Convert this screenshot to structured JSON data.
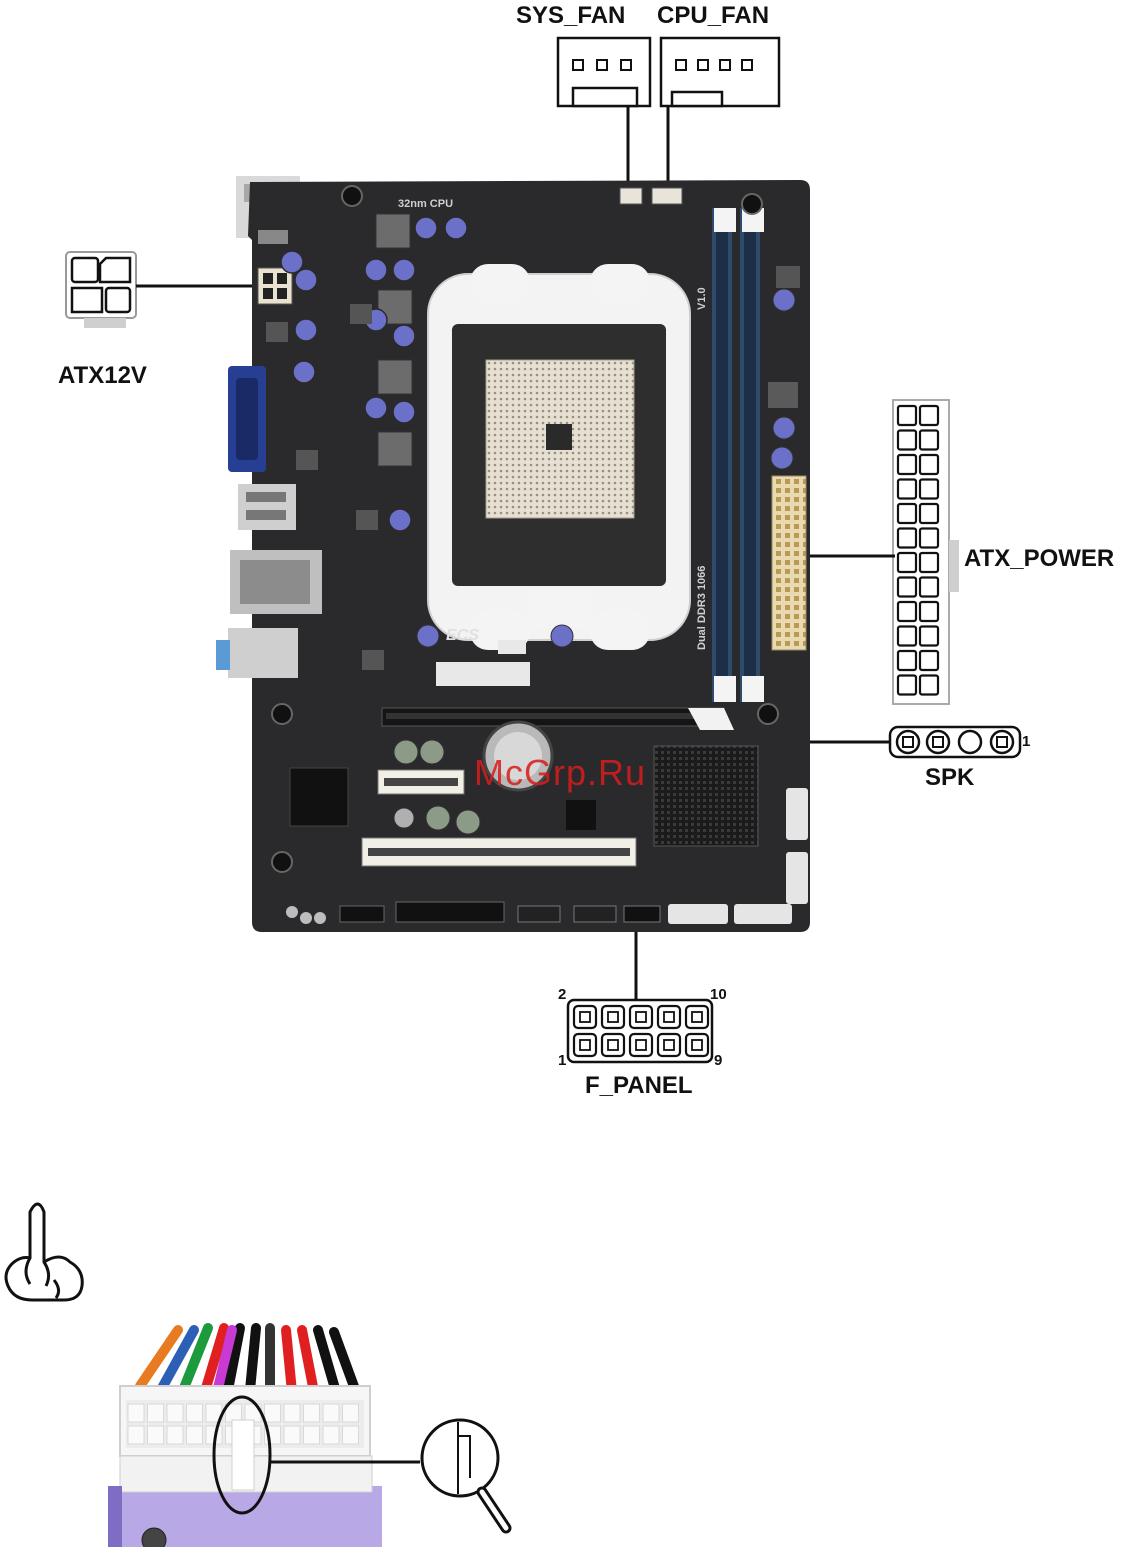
{
  "labels": {
    "sys_fan": "SYS_FAN",
    "cpu_fan": "CPU_FAN",
    "atx12v": "ATX12V",
    "atx_power": "ATX_POWER",
    "spk": "SPK",
    "f_panel": "F_PANEL"
  },
  "pin_numbers": {
    "f_panel_top_left": "2",
    "f_panel_top_right": "10",
    "f_panel_bottom_left": "1",
    "f_panel_bottom_right": "9",
    "spk_pin": "1"
  },
  "board_print": {
    "cpu": "32nm CPU",
    "memory": "Dual DDR3 1066",
    "version": "V1.0",
    "brand": "ECS"
  },
  "watermark": "McGrp.Ru",
  "icons": [
    "note-hand-icon",
    "magnifier-icon"
  ],
  "colors": {
    "board": "#2a2a2c",
    "socket": "#f2f2f2",
    "dimm": "#2e4b6e",
    "watermark": "#d81c1c",
    "connector_base": "#b9a8e6"
  }
}
